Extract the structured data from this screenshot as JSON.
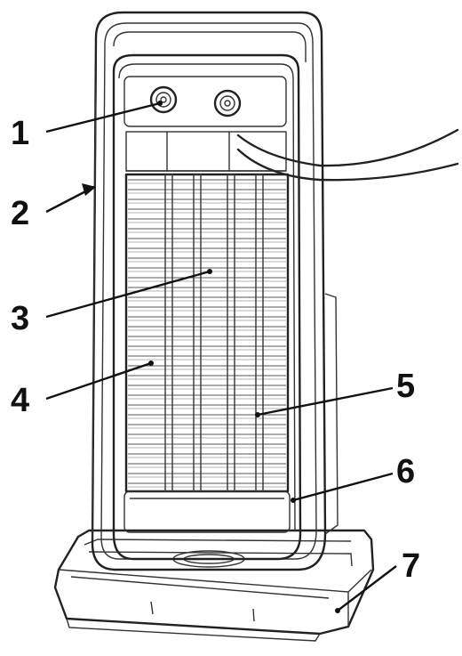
{
  "callouts": [
    {
      "id": "1",
      "label": "1"
    },
    {
      "id": "2",
      "label": "2"
    },
    {
      "id": "3",
      "label": "3"
    },
    {
      "id": "4",
      "label": "4"
    },
    {
      "id": "5",
      "label": "5"
    },
    {
      "id": "6",
      "label": "6"
    },
    {
      "id": "7",
      "label": "7"
    }
  ],
  "colors": {
    "line": "#222222",
    "body_fill": "#f4f4f4",
    "grille_fill": "#e6e6e6",
    "base_fill": "#f0f0f0"
  }
}
